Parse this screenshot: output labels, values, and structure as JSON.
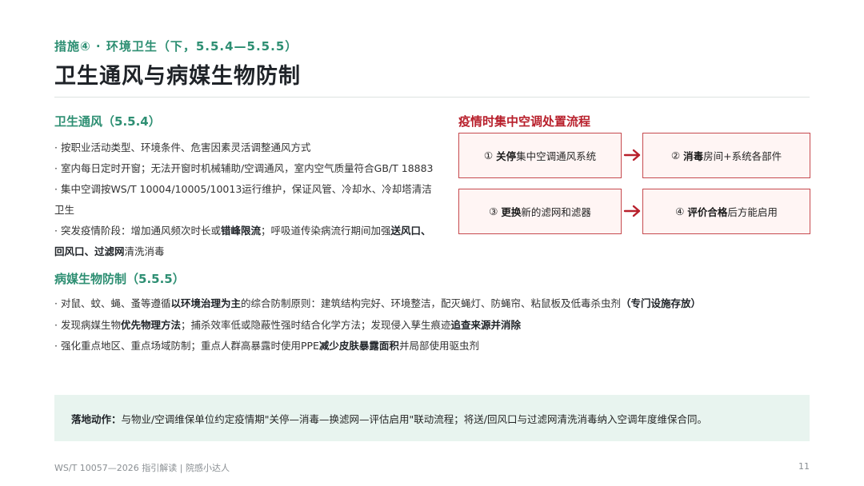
{
  "header": {
    "kicker": "措施④ · 环境卫生（下，5.5.4—5.5.5）",
    "title": "卫生通风与病媒生物防制"
  },
  "ventilation": {
    "heading": "卫生通风（5.5.4）",
    "items": [
      [
        "· 按职业活动类型、环境条件、危害因素灵活调整通风方式"
      ],
      [
        "· 室内每日定时开窗；无法开窗时机械辅助/空调通风，室内空气质量符合GB/T 18883"
      ],
      [
        "· 集中空调按WS/T 10004/10005/10013运行维护，保证风管、冷却水、冷却塔清洁卫生"
      ],
      [
        "· 突发疫情阶段：增加通风频次时长或",
        "错峰限流",
        "；呼吸道传染病流行期间加强",
        "送风口、回风口、过滤网",
        "清洗消毒"
      ]
    ]
  },
  "vector_control": {
    "heading": "病媒生物防制（5.5.5）",
    "items": [
      [
        "· 对鼠、蚊、蝇、蚤等遵循",
        "以环境治理为主",
        "的综合防制原则：建筑结构完好、环境整洁，配灭蝇灯、防蝇帘、粘鼠板及低毒杀虫剂",
        "（专门设施存放）",
        ""
      ],
      [
        "· 发现病媒生物",
        "优先物理方法",
        "；捕杀效率低或隐蔽性强时结合化学方法；发现侵入孳生痕迹",
        "追查来源并消除",
        ""
      ],
      [
        "· 强化重点地区、重点场域防制；重点人群高暴露时使用PPE",
        "减少皮肤暴露面积",
        "并局部使用驱虫剂"
      ]
    ]
  },
  "flow": {
    "title": "疫情时集中空调处置流程",
    "steps": [
      {
        "num": "①",
        "bold": "关停",
        "rest": "集中空调通风系统"
      },
      {
        "num": "②",
        "bold": "消毒",
        "rest": "房间+系统各部件"
      },
      {
        "num": "③",
        "bold": "更换",
        "rest": "新的滤网和滤器"
      },
      {
        "num": "④",
        "bold": "评价合格",
        "rest": "后方能启用"
      }
    ],
    "arrow_color": "#b8202c"
  },
  "action": {
    "label": "落地动作：",
    "text": "与物业/空调维保单位约定疫情期\"关停—消毒—换滤网—评估启用\"联动流程；将送/回风口与过滤网清洗消毒纳入空调年度维保合同。"
  },
  "footer": {
    "source": "WS/T 10057—2026 指引解读 | 院感小达人",
    "page_number": "11"
  },
  "colors": {
    "accent_green": "#2e8f73",
    "accent_red": "#b8202c",
    "action_bg": "#e8f4ef"
  }
}
